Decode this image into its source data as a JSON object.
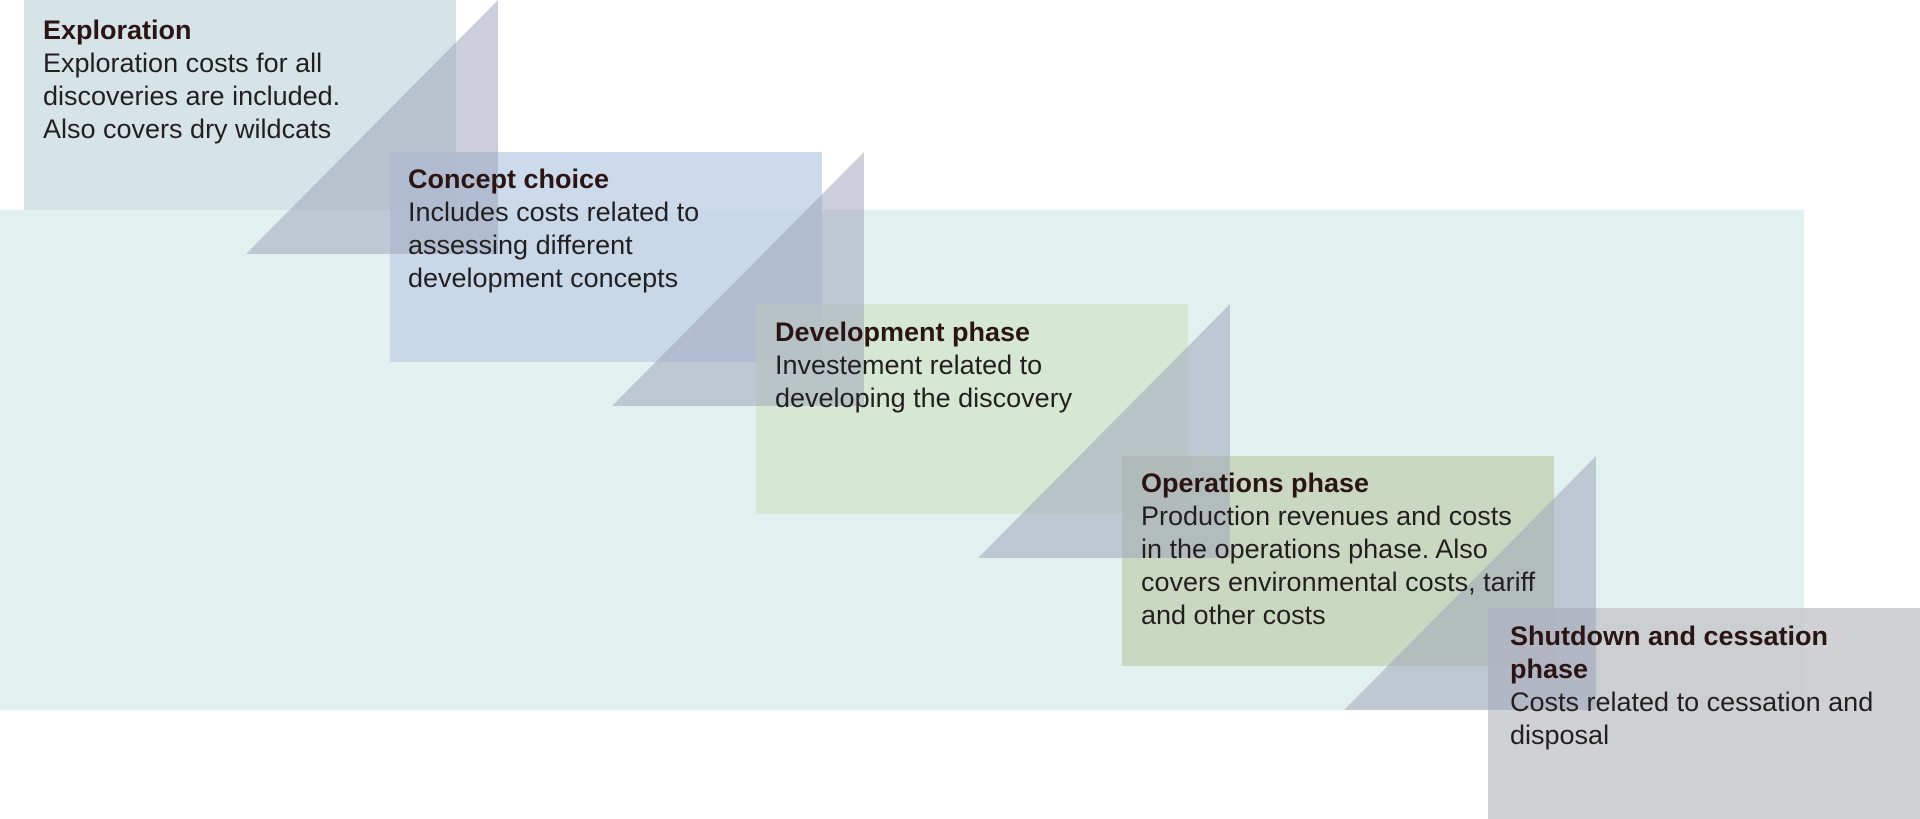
{
  "phases": [
    {
      "id": "exploration",
      "title": "Exploration",
      "description": "Exploration costs for all\ndiscoveries are included.\nAlso covers dry wildcats",
      "color": "#cfdfe3"
    },
    {
      "id": "concept-choice",
      "title": "Concept choice",
      "description": "Includes costs related to\nassessing different\ndevelopment concepts",
      "color": "#c3d3e8"
    },
    {
      "id": "development",
      "title": "Development phase",
      "description": "Investement related to\ndeveloping the discovery",
      "color": "#d4e6cf"
    },
    {
      "id": "operations",
      "title": "Operations phase",
      "description": "Production revenues and costs\nin the operations phase.  Also\ncovers environmental costs, tariff\nand other costs",
      "color": "#c7d4b8"
    },
    {
      "id": "shutdown",
      "title": "Shutdown and cessation\nphase",
      "description": "Costs related to cessation and\ndisposal",
      "color": "#c7c9cc"
    }
  ],
  "colors": {
    "background_band": "#dff0ee",
    "connector": "#9aa0b8"
  }
}
